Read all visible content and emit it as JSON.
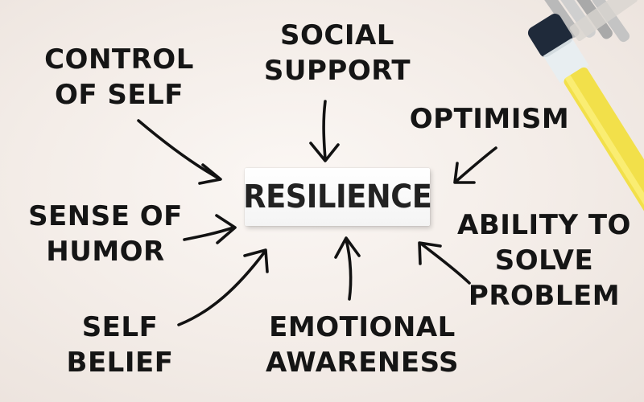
{
  "center_label": "RESILIENCE",
  "factors": {
    "control_of_self": [
      "CONTROL",
      "OF SELF"
    ],
    "social_support": [
      "SOCIAL",
      "SUPPORT"
    ],
    "optimism": [
      "OPTIMISM"
    ],
    "sense_of_humor": [
      "SENSE OF",
      "HUMOR"
    ],
    "ability_to_solve_problem": [
      "ABILITY TO",
      "SOLVE",
      "PROBLEM"
    ],
    "self_belief": [
      "SELF",
      "BELIEF"
    ],
    "emotional_awareness": [
      "EMOTIONAL",
      "AWARENESS"
    ]
  },
  "colors": {
    "background": "#f3ece7",
    "ink": "#151515",
    "pen_barrel": "#f2e04a",
    "pen_cap": "#1f2a3a"
  },
  "objects": [
    "pen",
    "binder-clip"
  ]
}
